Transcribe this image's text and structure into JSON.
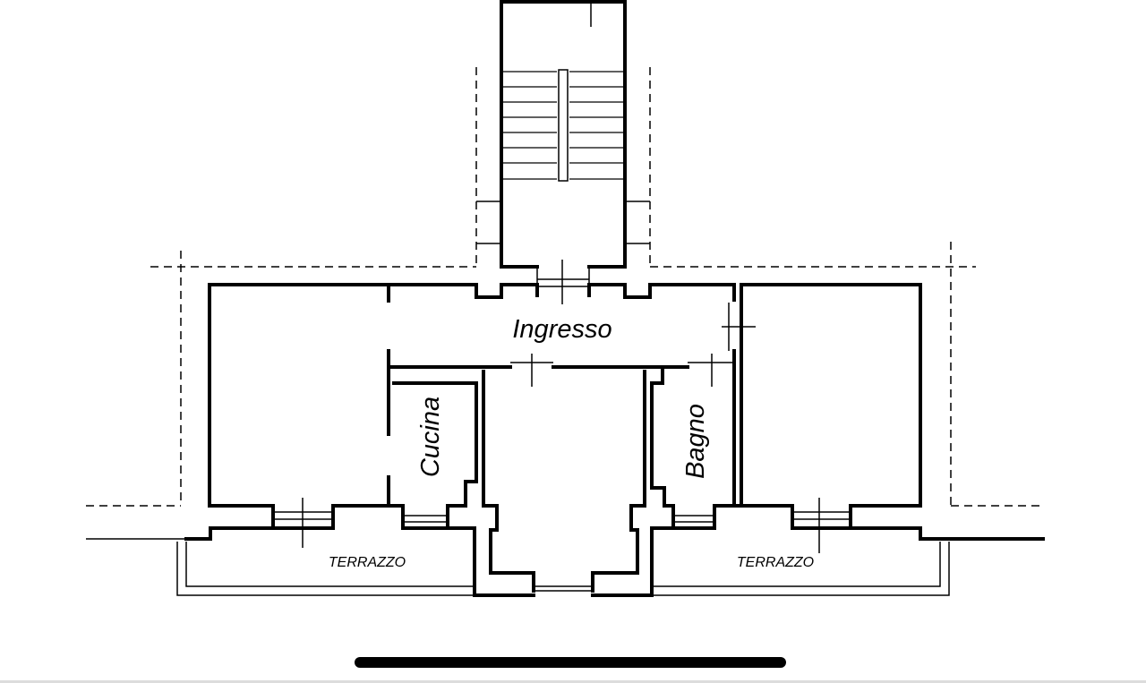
{
  "rooms": {
    "ingresso": "Ingresso",
    "cucina": "Cucina",
    "bagno": "Bagno",
    "terrazzo_left": "TERRAZZO",
    "terrazzo_right": "TERRAZZO"
  },
  "colors": {
    "wall": "#000000",
    "background": "#ffffff",
    "home_indicator": "#000000"
  }
}
